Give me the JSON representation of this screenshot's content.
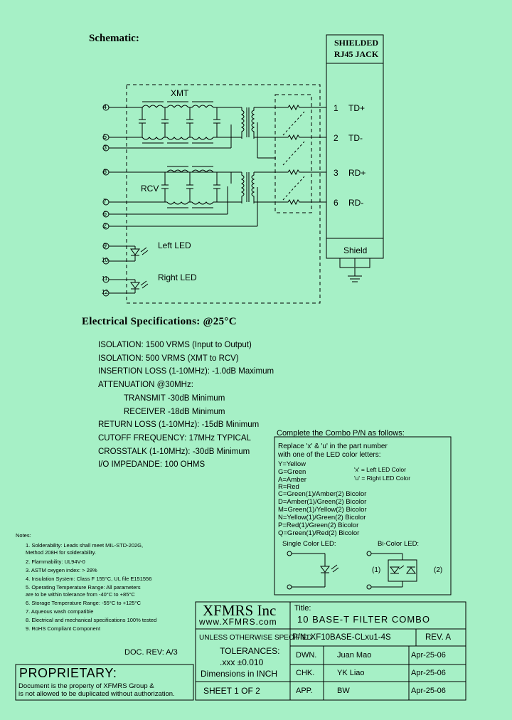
{
  "schematic": {
    "title": "Schematic:",
    "jack_title_line1": "SHIELDED",
    "jack_title_line2": "RJ45 JACK",
    "xmt_label": "XMT",
    "rcv_label": "RCV",
    "left_pins": [
      "4",
      "5",
      "3",
      "8",
      "7",
      "6",
      "2",
      "9",
      "10",
      "11",
      "12"
    ],
    "jack_pins": [
      {
        "num": "1",
        "label": "TD+"
      },
      {
        "num": "2",
        "label": "TD-"
      },
      {
        "num": "3",
        "label": "RD+"
      },
      {
        "num": "6",
        "label": "RD-"
      }
    ],
    "shield_label": "Shield",
    "left_led_label": "Left LED",
    "right_led_label": "Right LED"
  },
  "specs": {
    "title": "Electrical   Specifications: @25°C",
    "lines": [
      "ISOLATION:   1500 VRMS (Input to Output)",
      "ISOLATION: 500 VRMS (XMT to RCV)",
      "INSERTION LOSS (1-10MHz): -1.0dB Maximum",
      "ATTENUATION @30MHz:",
      "TRANSMIT        -30dB Minimum",
      "RECEIVER        -18dB Minimum",
      "RETURN LOSS (1-10MHz): -15dB Minimum",
      "CUTOFF FREQUENCY: 17MHz TYPICAL",
      "CROSSTALK (1-10MHz): -30dB Minimum",
      "I/O IMPEDANDE:   100 OHMS"
    ]
  },
  "combo": {
    "title": "Complete the Combo P/N as follows:",
    "intro1": "Replace 'x' & 'u' in the part number",
    "intro2": "with one of the LED color letters:",
    "colors": [
      "Y=Yellow",
      "G=Green",
      "A=Amber",
      "R=Red",
      "C=Green(1)/Amber(2) Bicolor",
      "D=Amber(1)/Green(2) Bicolor",
      "M=Green(1)/Yellow(2) Bicolor",
      "N=Yellow(1)/Green(2) Bicolor",
      "P=Red(1)/Green(2) Bicolor",
      "Q=Green(1)/Red(2) Bicolor"
    ],
    "x_note": "'x' = Left LED Color",
    "u_note": "'u' = Right LED Color",
    "single_label": "Single Color LED:",
    "bi_label": "Bi-Color LED:",
    "bi_1": "(1)",
    "bi_2": "(2)"
  },
  "notes": {
    "header": "Notes:",
    "items": [
      "1.  Solderability: Leads shall meet MIL-STD-202G,",
      "     Method 208H for solderability.",
      "2.  Flammability: UL94V-0",
      "3.  ASTM oxygen index: > 28%",
      "4.  Insulation System: Class F 155°C, UL file E151556",
      "5.  Operating Temperature Range: All parameters",
      "     are to be within tolerance from -40°C to +85°C",
      "6.  Storage Temperature Range: -55°C to +125°C",
      "7.  Aqueous wash compatible",
      "8.  Electrical and mechanical specifications 100% tested",
      "9.  RoHS Compliant Component"
    ],
    "doc_rev": "DOC. REV: A/3"
  },
  "title_block": {
    "company": "XFMRS Inc",
    "website": "www.XFMRS.com",
    "title_label": "Title:",
    "title": "10 BASE-T FILTER COMBO",
    "unless": "UNLESS OTHERWISE SPECIFIED",
    "tolerances": "TOLERANCES:",
    "tol_value": ".xxx  ±0.010",
    "dimensions": "Dimensions in INCH",
    "sheet": "SHEET  1  OF  2",
    "pn": "P/N:  XF10BASE-CLxu1-4S",
    "rev": "REV. A",
    "rows": [
      {
        "role": "DWN.",
        "name": "Juan Mao",
        "date": "Apr-25-06"
      },
      {
        "role": "CHK.",
        "name": "YK Liao",
        "date": "Apr-25-06"
      },
      {
        "role": "APP.",
        "name": "BW",
        "date": "Apr-25-06"
      }
    ],
    "proprietary": "PROPRIETARY:",
    "prop_line1": "Document is the property of XFMRS Group &",
    "prop_line2": "is not allowed to be duplicated without authorization."
  }
}
